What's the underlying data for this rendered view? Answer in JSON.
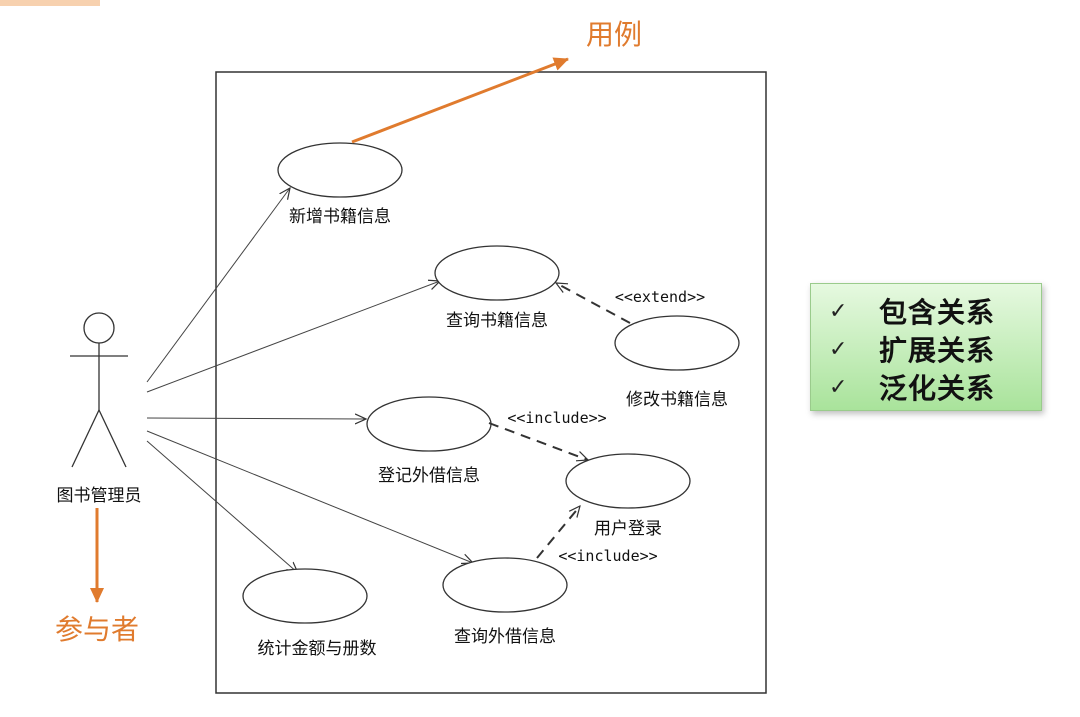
{
  "colors": {
    "annotation": "#e07b2e",
    "legend_top": "#e6f9e0",
    "legend_bottom": "#a9e39b",
    "line": "#333333"
  },
  "annotations": {
    "use_case": "用例",
    "actor": "参与者"
  },
  "actor": {
    "name": "图书管理员"
  },
  "use_cases": {
    "add_book": "新增书籍信息",
    "query_book": "查询书籍信息",
    "modify_book": "修改书籍信息",
    "register_loan": "登记外借信息",
    "user_login": "用户登录",
    "statistics": "统计金额与册数",
    "query_loan": "查询外借信息"
  },
  "stereotypes": {
    "extend": "<<extend>>",
    "include_1": "<<include>>",
    "include_2": "<<include>>"
  },
  "legend": {
    "items": [
      {
        "icon": "check-icon",
        "mark": "✓",
        "label": "包含关系"
      },
      {
        "icon": "check-icon",
        "mark": "✓",
        "label": "扩展关系"
      },
      {
        "icon": "check-icon",
        "mark": "✓",
        "label": "泛化关系"
      }
    ]
  }
}
